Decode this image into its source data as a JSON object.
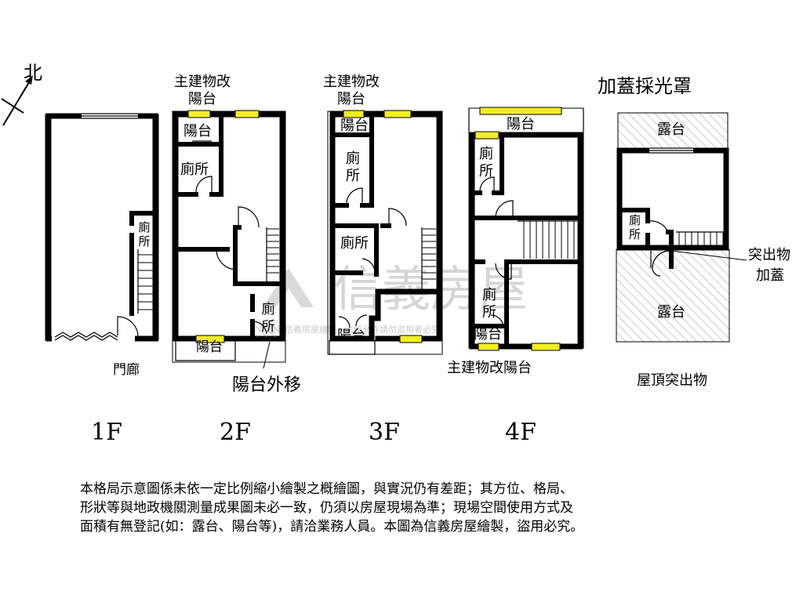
{
  "compass": {
    "label": "北"
  },
  "watermark": {
    "brand": "信義房屋",
    "small": "本圖為信義房屋繪製，未經允許請勿盜用者必究"
  },
  "floors": [
    {
      "id": "1F",
      "name": "1F",
      "rooms": {
        "toilet": "廁所",
        "porch": "門廊"
      }
    },
    {
      "id": "2F",
      "name": "2F",
      "rooms": {
        "balcony_top": "陽台",
        "toilet_top": "廁所",
        "toilet_bottom": "廁所",
        "balcony_bottom": "陽台"
      },
      "notes": {
        "converted": "主建物改陽台",
        "moved_out": "陽台外移"
      }
    },
    {
      "id": "3F",
      "name": "3F",
      "rooms": {
        "balcony_top": "陽台",
        "toilet_top": "廁所",
        "toilet_mid": "廁所",
        "balcony_bottom": "陽台"
      },
      "notes": {
        "converted": "主建物改陽台"
      }
    },
    {
      "id": "4F",
      "name": "4F",
      "rooms": {
        "balcony_top": "陽台",
        "toilet_top": "廁所",
        "toilet_bottom": "廁所",
        "balcony_bottom": "陽台"
      },
      "notes": {
        "converted": "主建物改陽台"
      }
    },
    {
      "id": "roof",
      "name": "屋頂突出物",
      "rooms": {
        "terrace_top": "露台",
        "toilet": "廁所",
        "terrace_bottom": "露台"
      },
      "notes": {
        "skylight": "加蓋採光罩",
        "extension": "突出物加蓋"
      }
    }
  ],
  "disclaimer": [
    "本格局示意圖係未依一定比例縮小繪製之概繪圖，與實況仍有差距；其方位、格局、",
    "形狀等與地政機關測量成果圖未必一致，仍須以房屋現場為準；現場空間使用方式及",
    "面積有無登記(如：露台、陽台等)，請洽業務人員。本圖為信義房屋繪製，盜用必究。"
  ],
  "colors": {
    "window": "#f2ee22",
    "watermark": "#cfcfcf",
    "wall": "#000000"
  }
}
